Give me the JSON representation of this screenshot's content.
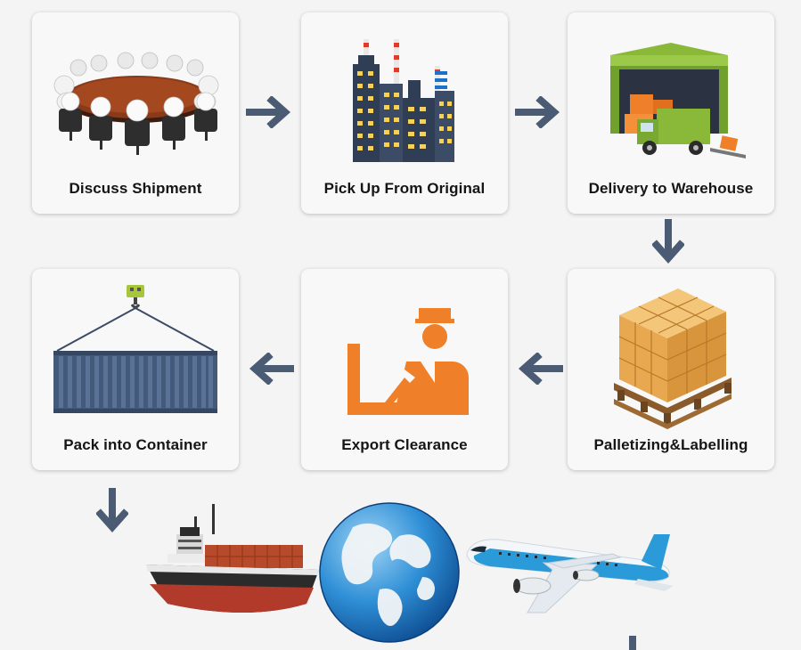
{
  "steps": [
    {
      "label": "Discuss Shipment",
      "icon": "meeting-table-icon"
    },
    {
      "label": "Pick Up From Original",
      "icon": "factory-buildings-icon"
    },
    {
      "label": "Delivery to Warehouse",
      "icon": "warehouse-truck-icon"
    },
    {
      "label": "Palletizing&Labelling",
      "icon": "pallet-boxes-icon"
    },
    {
      "label": "Export Clearance",
      "icon": "customs-officer-icon"
    },
    {
      "label": "Pack into Container",
      "icon": "crane-container-icon"
    }
  ],
  "transport_icons": [
    "cargo-ship-icon",
    "globe-icon",
    "airplane-icon"
  ],
  "colors": {
    "arrow": "#4a5b73",
    "card": "#f8f8f8",
    "background": "#f4f4f4",
    "orange": "#f07f2a",
    "container": "#445a7a"
  }
}
